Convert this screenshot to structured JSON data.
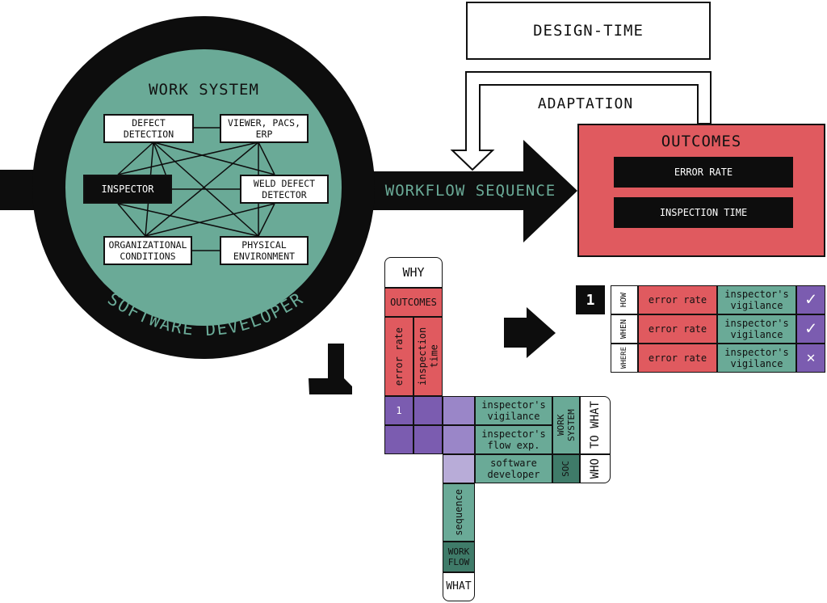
{
  "design_time": "DESIGN-TIME",
  "adaptation": "ADAPTATION",
  "workflow_sequence": "WORKFLOW SEQUENCE",
  "work_system": {
    "title": "WORK SYSTEM",
    "ring_label": "SOFTWARE DEVELOPER",
    "nodes": {
      "defect_detection": "DEFECT DETECTION",
      "viewer": "VIEWER, PACS, ERP",
      "inspector": "INSPECTOR",
      "weld_defect_detector": "WELD DEFECT DETECTOR",
      "organizational_conditions": "ORGANIZATIONAL CONDITIONS",
      "physical_environment": "PHYSICAL ENVIRONMENT"
    }
  },
  "outcomes": {
    "title": "OUTCOMES",
    "items": [
      "ERROR RATE",
      "INSPECTION TIME"
    ]
  },
  "matrix": {
    "why": "WHY",
    "outcomes": "OUTCOMES",
    "error_rate": "error rate",
    "inspection_time": "inspection time",
    "row_1_number": "1",
    "inspectors_vigilance": "inspector's vigilance",
    "inspectors_flow": "inspector's flow exp.",
    "software_developer": "software developer",
    "work_system": "WORK SYSTEM",
    "soc": "SOC",
    "to_what": "TO WHAT",
    "who": "WHO",
    "sequence": "sequence",
    "workflow": "WORK FLOW",
    "what": "WHAT"
  },
  "result": {
    "number": "1",
    "rows": [
      {
        "label": "HOW",
        "metric": "error rate",
        "factor": "inspector's vigilance",
        "status": "✓"
      },
      {
        "label": "WHEN",
        "metric": "error rate",
        "factor": "inspector's vigilance",
        "status": "✓"
      },
      {
        "label": "WHERE",
        "metric": "error rate",
        "factor": "inspector's vigilance",
        "status": "✕"
      }
    ]
  },
  "colors": {
    "red": "#e05a5f",
    "green": "#6aaa97",
    "dark_green": "#3f7b69",
    "purple": "#7b5cb0",
    "black": "#0d0d0d"
  }
}
